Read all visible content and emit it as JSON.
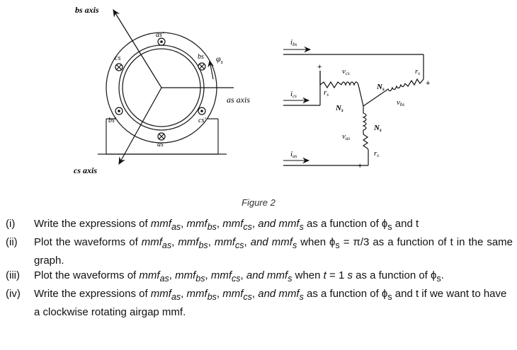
{
  "figure": {
    "axis_labels": {
      "bs": "bs axis",
      "as": "as axis",
      "cs": "cs axis"
    },
    "winding_labels": {
      "as_prime": "as'",
      "bs": "bs",
      "cs": "cs",
      "bs_prime": "bs'",
      "cs_prime": "cs'",
      "as": "as",
      "phi": "φ"
    },
    "phi_subscript": "s",
    "circuit": {
      "currents": {
        "ibs": "i",
        "ibs_sub": "bs",
        "ics": "i",
        "ics_sub": "cs",
        "ias": "i",
        "ias_sub": "as"
      },
      "voltages": {
        "vcs": "v",
        "vcs_sub": "cs",
        "vbs": "v",
        "vbs_sub": "bs",
        "vas": "v",
        "vas_sub": "as"
      },
      "resistances": {
        "r": "r",
        "r_sub": "s"
      },
      "turns": {
        "N": "N",
        "N_sub": "s"
      },
      "plus": "+"
    }
  },
  "caption": "Figure 2",
  "questions": [
    {
      "num": "(i)",
      "pre": "Write the expressions of ",
      "terms": [
        "mmf",
        "as",
        ", ",
        "mmf",
        "bs",
        ", ",
        "mmf",
        "cs",
        ", ",
        "and mmf",
        "s"
      ],
      "post": " as a function of ϕ",
      "post_sub": "s",
      "post2": " and t"
    },
    {
      "num": "(ii)",
      "text": "Plot the waveforms of mmf_as, mmf_bs, mmf_cs, and mmf_s when ϕ_s = π/3 as a function of t in the same graph."
    },
    {
      "num": "(iii)",
      "text": "Plot the waveforms of mmf_as, mmf_bs, mmf_cs, and mmf_s when t = 1 s as a function of ϕ_s."
    },
    {
      "num": "(iv)",
      "text": "Write the expressions of mmf_as, mmf_bs, mmf_cs, and mmf_s as a function of ϕ_s and t if we want to have a clockwise rotating airgap mmf."
    }
  ]
}
